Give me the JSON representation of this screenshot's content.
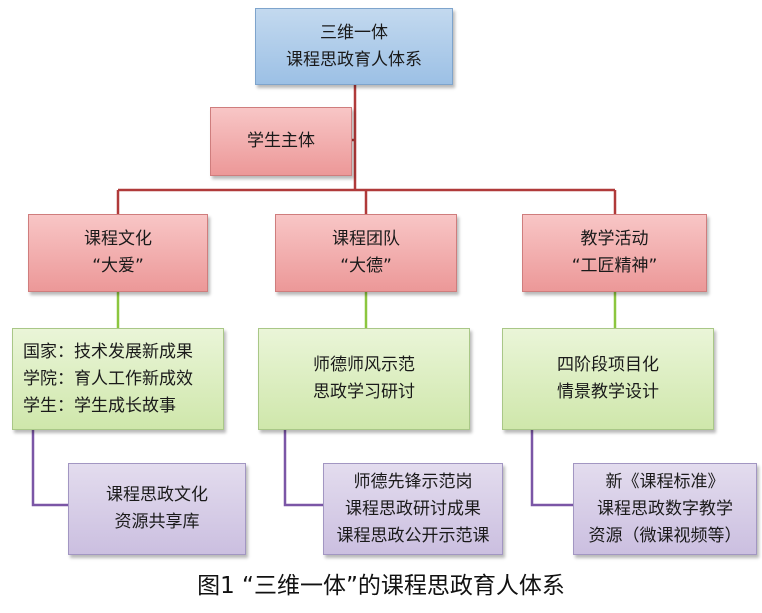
{
  "root": {
    "line1": "三维一体",
    "line2": "课程思政育人体系"
  },
  "subject": {
    "label": "学生主体"
  },
  "columns": [
    {
      "title": "课程文化",
      "subtitle": "“大爱”",
      "content": [
        "国家：技术发展新成果",
        "学院：育人工作新成效",
        "学生：学生成长故事"
      ],
      "resource": [
        "课程思政文化",
        "资源共享库"
      ]
    },
    {
      "title": "课程团队",
      "subtitle": "“大德”",
      "content": [
        "师德师风示范",
        "思政学习研讨"
      ],
      "resource": [
        "师德先锋示范岗",
        "课程思政研讨成果",
        "课程思政公开示范课"
      ]
    },
    {
      "title": "教学活动",
      "subtitle": "“工匠精神”",
      "content": [
        "四阶段项目化",
        "情景教学设计"
      ],
      "resource": [
        "新《课程标准》",
        "课程思政数字教学",
        "资源（微课视频等）"
      ]
    }
  ],
  "caption": "图1  “三维一体”的课程思政育人体系",
  "colors": {
    "root": "#9cc0e5",
    "red": "#ec9898",
    "green": "#cfe7ab",
    "purple": "#cbbfe0",
    "connector_red": "#b03a3a",
    "connector_green": "#8cc63f",
    "connector_purple": "#7b56a6"
  }
}
